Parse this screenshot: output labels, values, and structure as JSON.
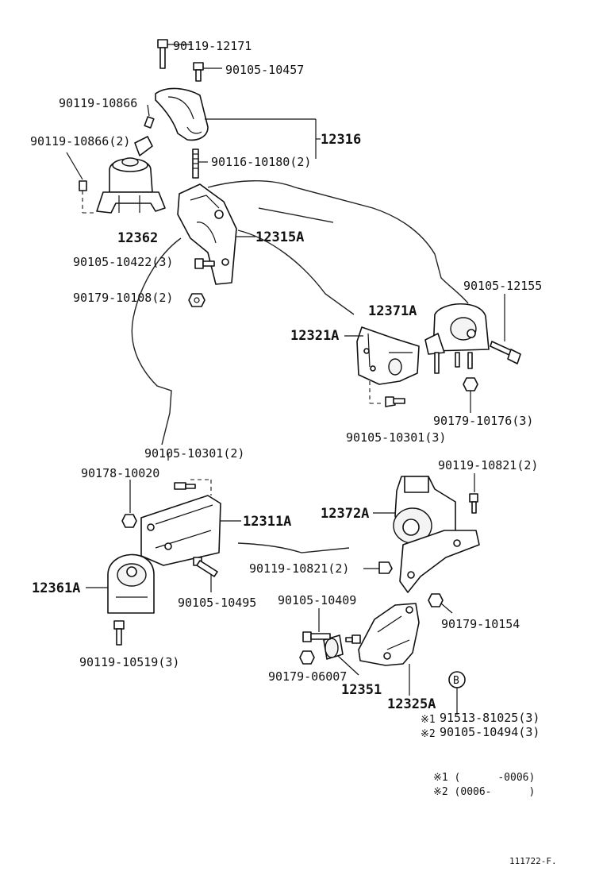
{
  "labels": {
    "p90119_12171": "90119-12171",
    "p90105_10457": "90105-10457",
    "p90119_10866": "90119-10866",
    "p90119_10866_2": "90119-10866(2)",
    "p12316": "12316",
    "p90116_10180_2": "90116-10180(2)",
    "p12362": "12362",
    "p12315A": "12315A",
    "p90105_10422_3": "90105-10422(3)",
    "p90179_10108_2": "90179-10108(2)",
    "p90105_12155": "90105-12155",
    "p12371A": "12371A",
    "p12321A": "12321A",
    "p90179_10176_3": "90179-10176(3)",
    "p90105_10301_3": "90105-10301(3)",
    "p90105_10301_2": "90105-10301(2)",
    "p90178_10020": "90178-10020",
    "p90119_10821_2a": "90119-10821(2)",
    "p12372A": "12372A",
    "p12311A": "12311A",
    "p90119_10821_2b": "90119-10821(2)",
    "p12361A": "12361A",
    "p90105_10495": "90105-10495",
    "p90105_10409": "90105-10409",
    "p90179_10154": "90179-10154",
    "p90119_10519_3": "90119-10519(3)",
    "p90179_06007": "90179-06007",
    "p12351": "12351",
    "p12325A": "12325A",
    "p91513_81025_3": "91513-81025(3)",
    "p90105_10494_3": "90105-10494(3)"
  },
  "markers": {
    "b_circle": "B",
    "note1": "※1",
    "note2": "※2"
  },
  "legend": {
    "line1": "※1 (      -0006)",
    "line2": "※2 (0006-      )"
  },
  "footer": {
    "code": "111722-F."
  }
}
